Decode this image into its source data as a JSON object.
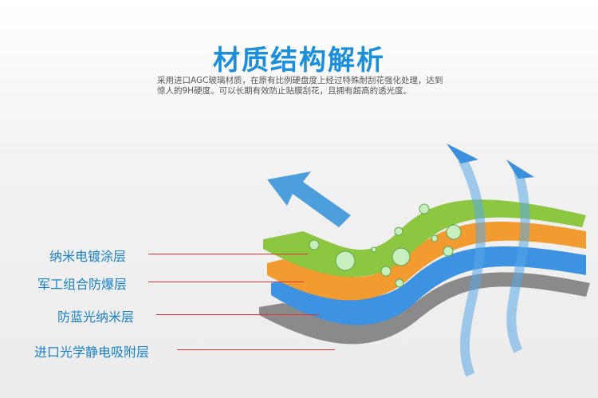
{
  "title": "材质结构解析",
  "description": [
    "采用进口AGC玻璃材质，在原有比例硬盘度上经过特殊耐刮花强化处理，达到",
    "惊人的9H硬度。可以长期有效防止贴膜刮花，且拥有超高的透光度。"
  ],
  "layers": [
    {
      "label": "纳米电镀涂层",
      "color": "#8cc63f"
    },
    {
      "label": "军工组合防爆层",
      "color": "#f39a2b"
    },
    {
      "label": "防蓝光纳米层",
      "color": "#3a8fe0"
    },
    {
      "label": "进口光学静电吸附层",
      "color": "#888888"
    }
  ]
}
